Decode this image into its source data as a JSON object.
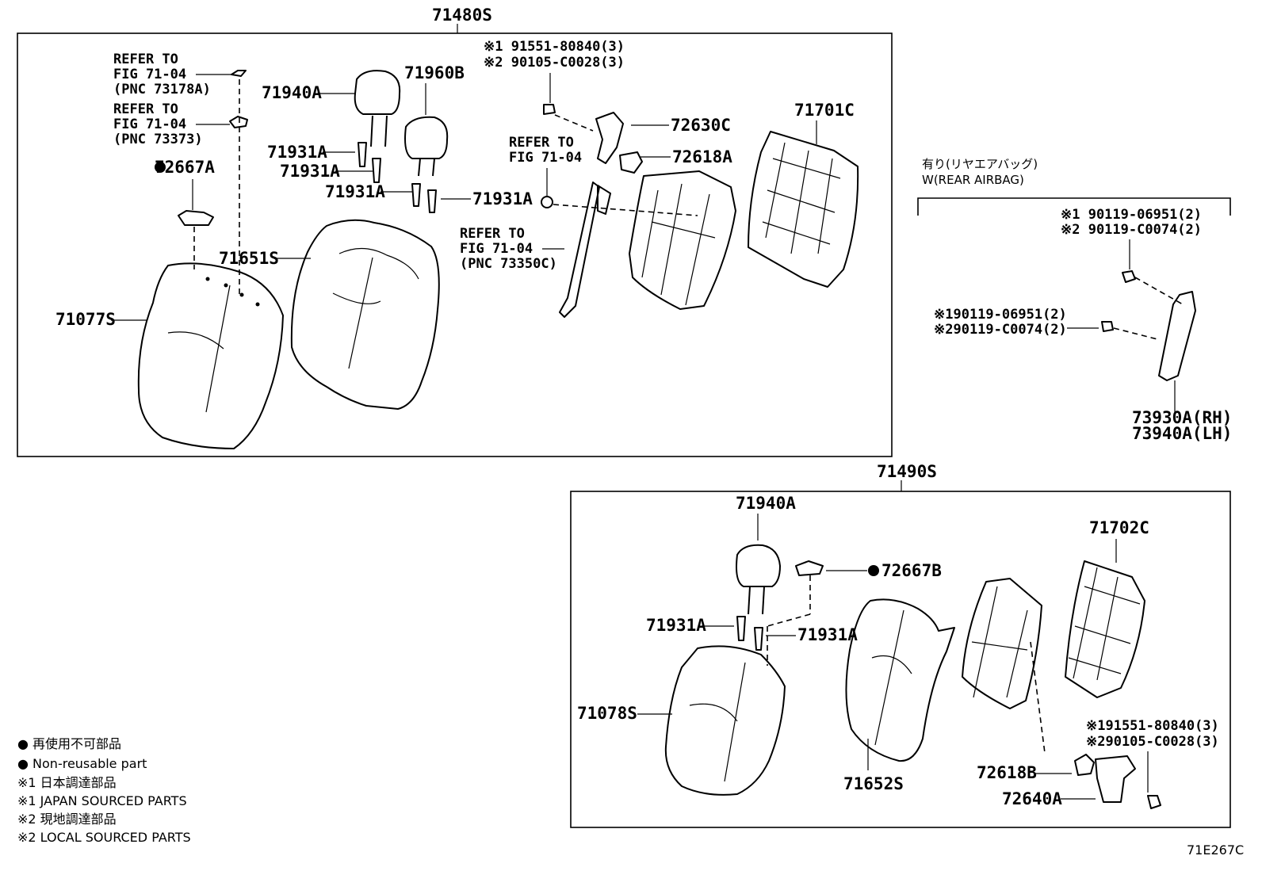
{
  "assemblies": {
    "upper": "71480S",
    "lower": "71490S"
  },
  "upper": {
    "refer1": [
      "REFER TO",
      "FIG 71-04",
      "(PNC 73178A)"
    ],
    "refer2": [
      "REFER TO",
      "FIG 71-04",
      "(PNC 73373)"
    ],
    "refer3": [
      "REFER TO",
      "FIG 71-04"
    ],
    "refer4": [
      "REFER TO",
      "FIG 71-04",
      "(PNC 73350C)"
    ],
    "bolt_note1": "※1 91551-80840(3)",
    "bolt_note2": "※2 90105-C0028(3)",
    "parts": {
      "headrest_a": "71940A",
      "headrest_b": "71960B",
      "support1": "71931A",
      "support2": "71931A",
      "support3": "71931A",
      "support4": "71931A",
      "clip": "72667A",
      "cover": "71651S",
      "pad": "71077S",
      "hinge_cover": "72630C",
      "bracket": "72618A",
      "board": "71701C"
    }
  },
  "airbag": {
    "header_jp": "有り(リヤエアバッグ)",
    "header_en": "W(REAR AIRBAG)",
    "note1a": "※1 90119-06951(2)",
    "note1b": "※2 90119-C0074(2)",
    "note2a": "※190119-06951(2)",
    "note2b": "※290119-C0074(2)",
    "part_rh": "73930A(RH)",
    "part_lh": "73940A(LH)"
  },
  "lower": {
    "parts": {
      "headrest": "71940A",
      "clip": "72667B",
      "support1": "71931A",
      "support2": "71931A",
      "pad": "71078S",
      "cover": "71652S",
      "board": "71702C",
      "bracket": "72618B",
      "hinge": "72640A"
    },
    "bolt_note1": "※191551-80840(3)",
    "bolt_note2": "※290105-C0028(3)"
  },
  "legend": {
    "l1": "● 再使用不可部品",
    "l2": "● Non-reusable part",
    "l3": "※1 日本調達部品",
    "l4": "※1 JAPAN SOURCED PARTS",
    "l5": "※2 現地調達部品",
    "l6": "※2 LOCAL SOURCED PARTS"
  },
  "figure_code": "71E267C"
}
